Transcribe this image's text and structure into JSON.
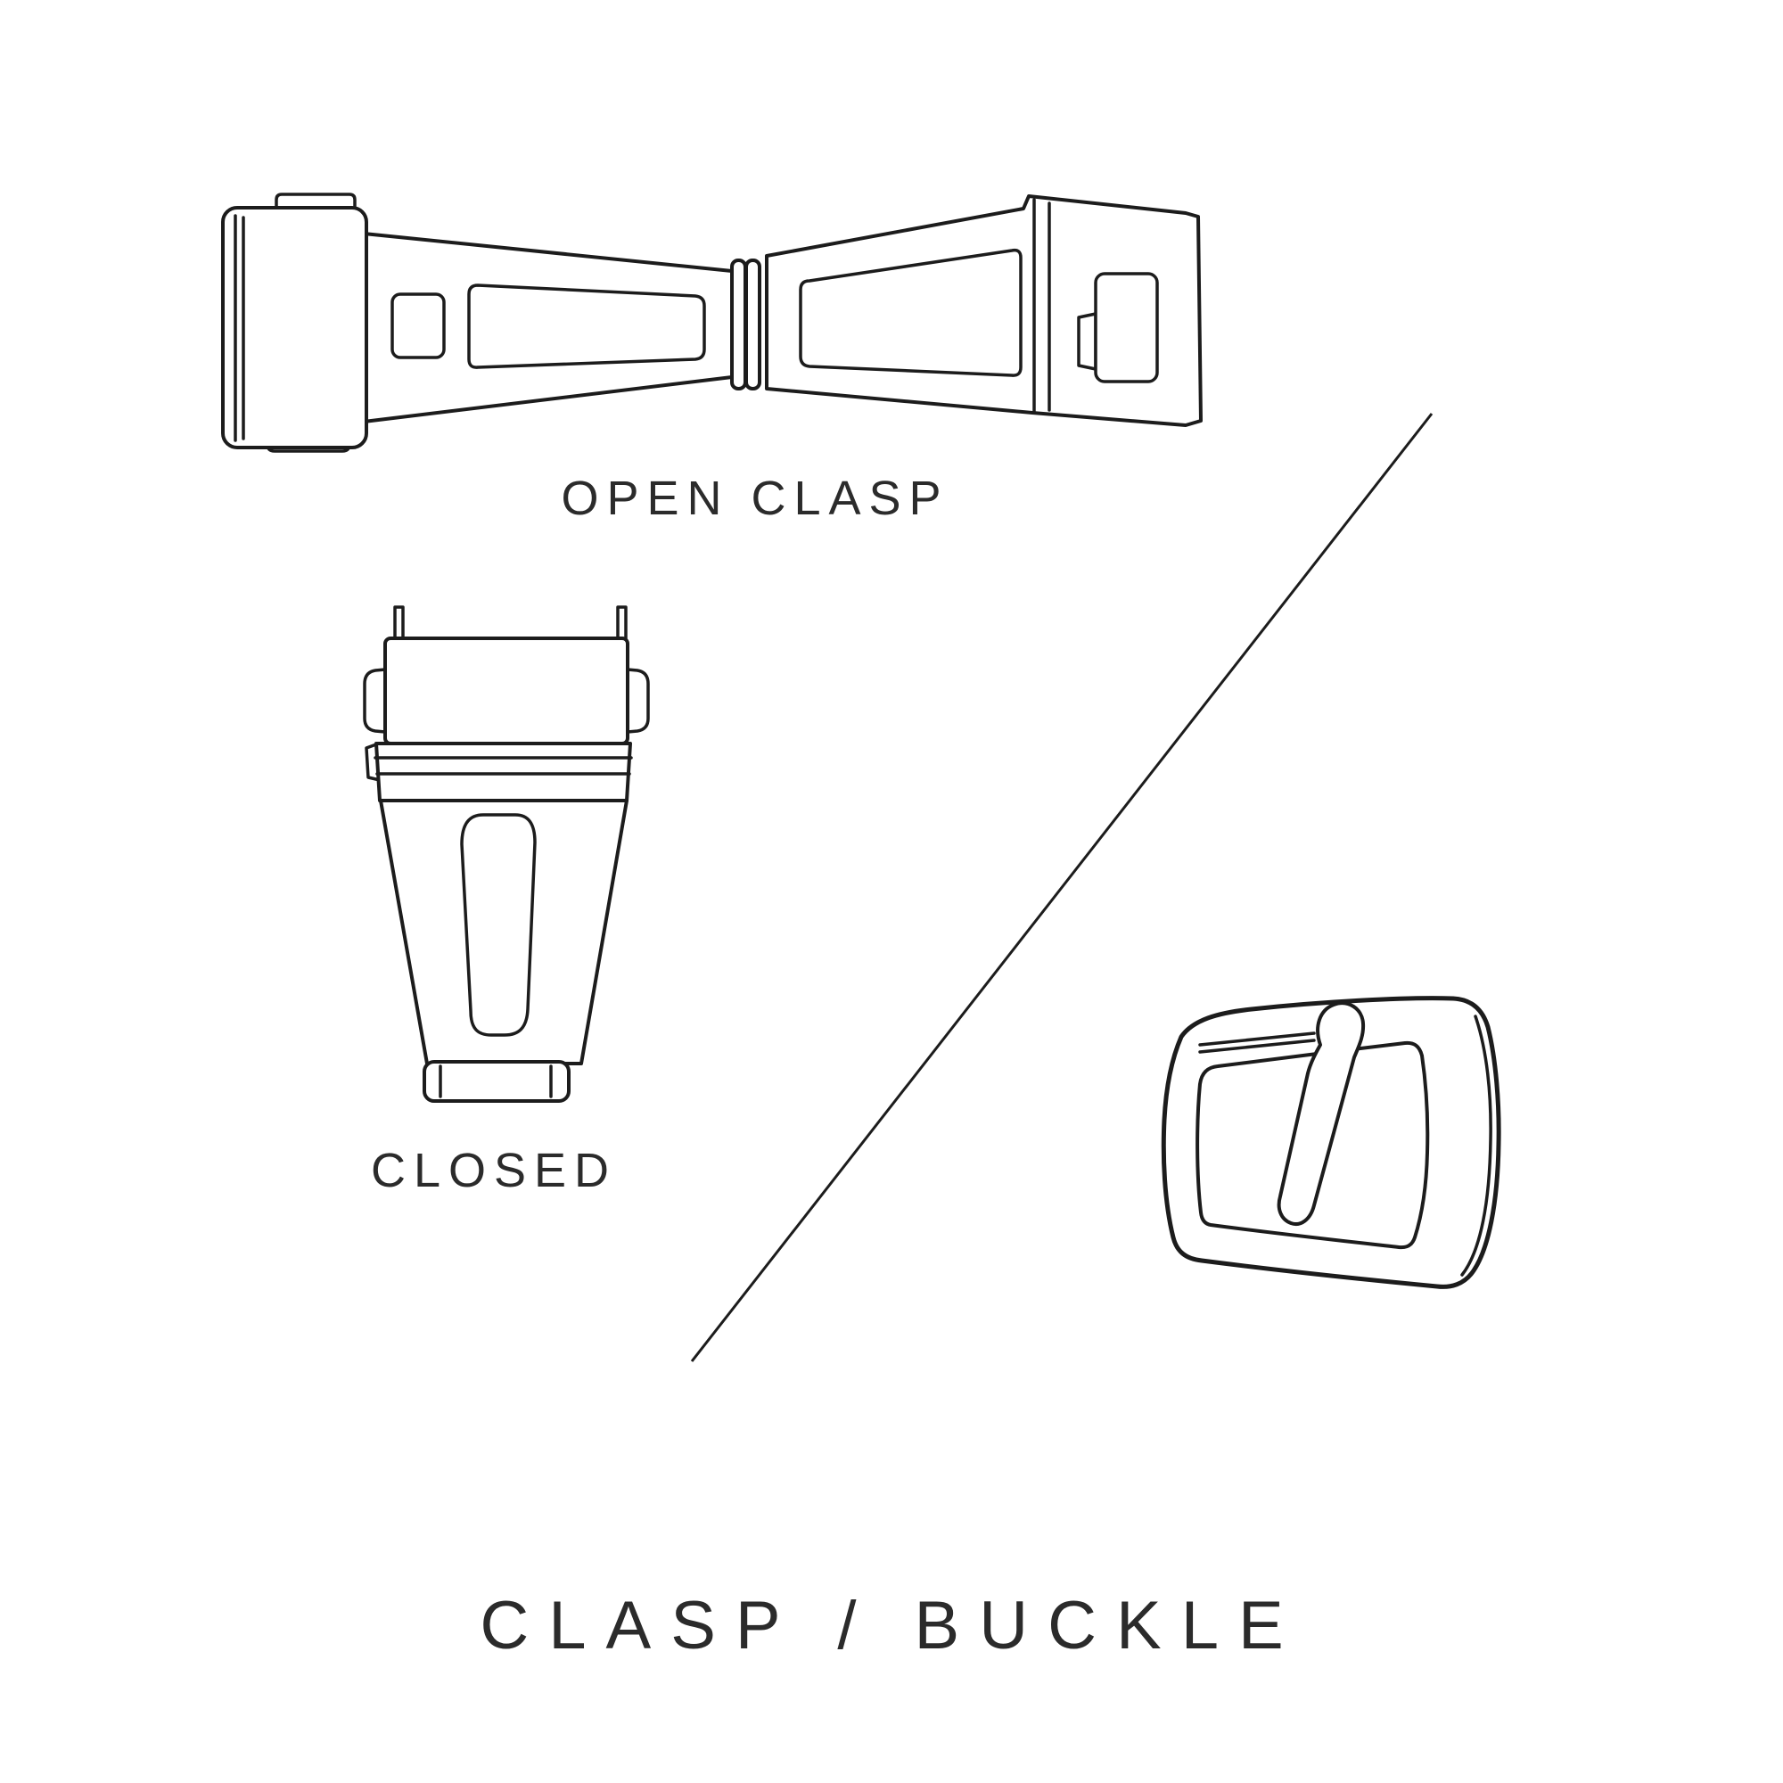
{
  "diagram": {
    "title": "CLASP / BUCKLE",
    "sections": {
      "open_clasp": {
        "label": "OPEN CLASP"
      },
      "closed_clasp": {
        "label": "CLOSED"
      },
      "buckle": {
        "label": ""
      }
    }
  },
  "colors": {
    "background": "#ffffff",
    "line": "#1c1c1c",
    "text": "#2b2b2b"
  }
}
